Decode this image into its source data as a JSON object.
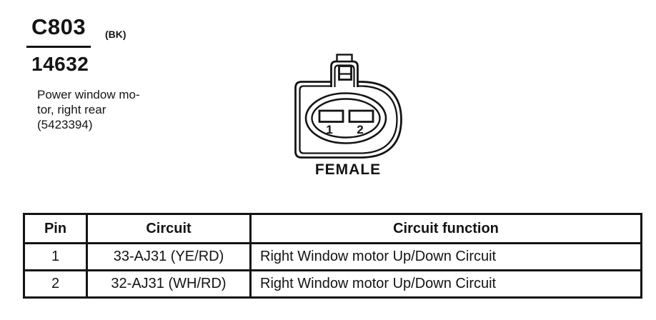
{
  "document": {
    "connector_id": "C803",
    "color_code": "(BK)",
    "circuit_group": "14632",
    "description_lines": [
      "Power window mo-",
      "tor, right rear",
      "(5423394)"
    ]
  },
  "connector_view": {
    "gender_label": "FEMALE",
    "pins": [
      {
        "number": "1"
      },
      {
        "number": "2"
      }
    ]
  },
  "pinout_table": {
    "headers": [
      "Pin",
      "Circuit",
      "Circuit function"
    ],
    "rows": [
      {
        "pin": "1",
        "circuit": "33-AJ31 (YE/RD)",
        "function": "Right Window motor Up/Down Circuit"
      },
      {
        "pin": "2",
        "circuit": "32-AJ31 (WH/RD)",
        "function": "Right Window motor Up/Down Circuit"
      }
    ]
  },
  "colors": {
    "ink": "#141414",
    "paper": "#ffffff"
  }
}
